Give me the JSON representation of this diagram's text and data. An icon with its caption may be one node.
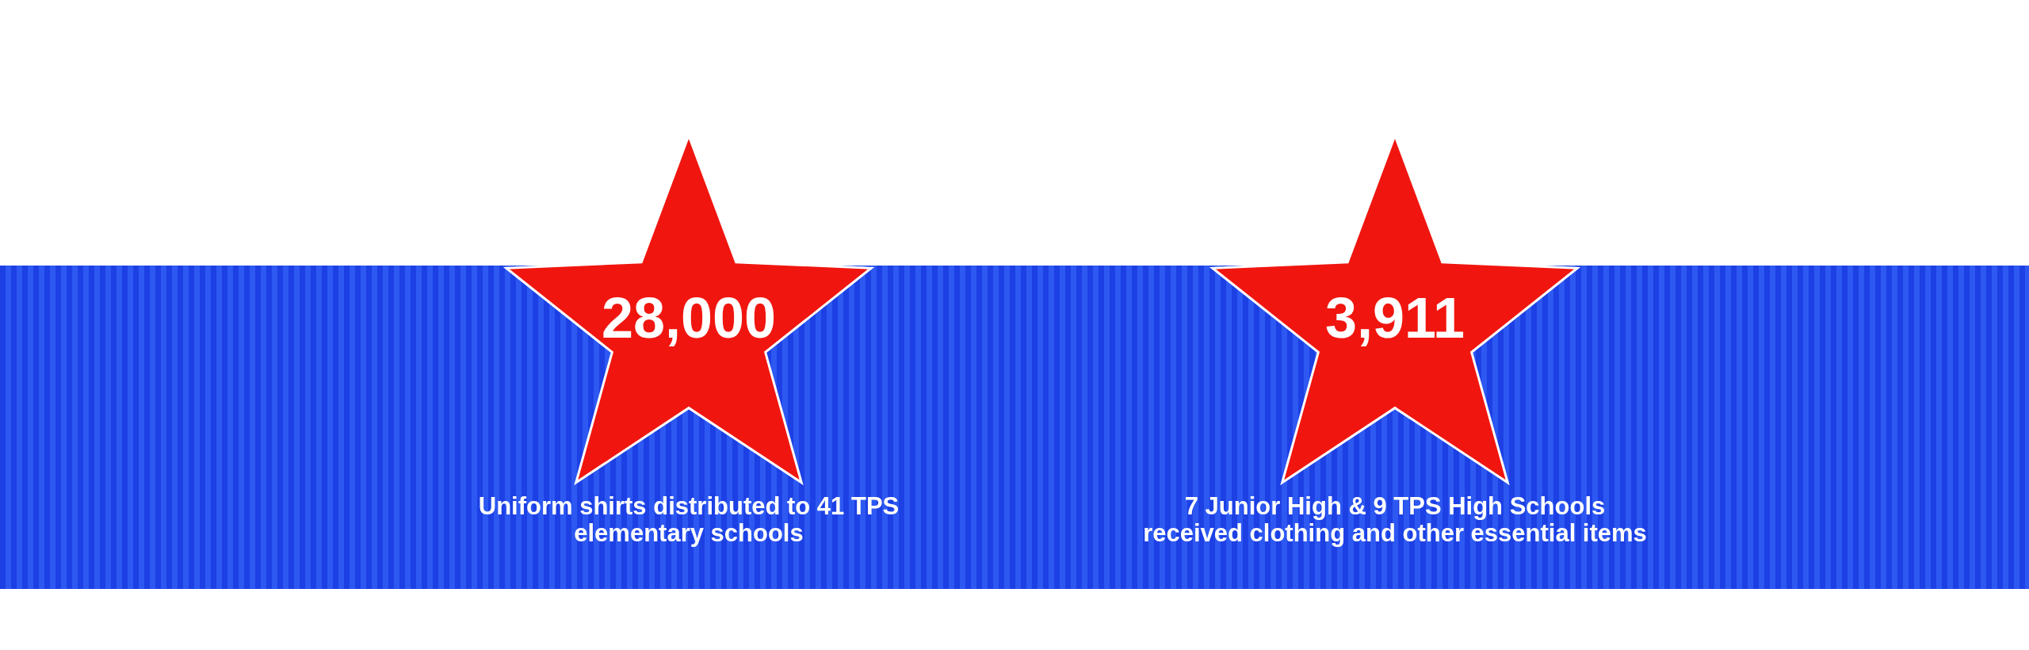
{
  "diagram": {
    "nodes": [
      {
        "text": [
          "28,000"
        ],
        "beside": [
          "Uniform shirts distributed to 41 TPS elementary schools"
        ]
      },
      {
        "text": [
          "3,911"
        ],
        "beside": [
          "7 Junior High & 9 TPS High Schools received clothing and other essential items"
        ]
      }
    ]
  }
}
